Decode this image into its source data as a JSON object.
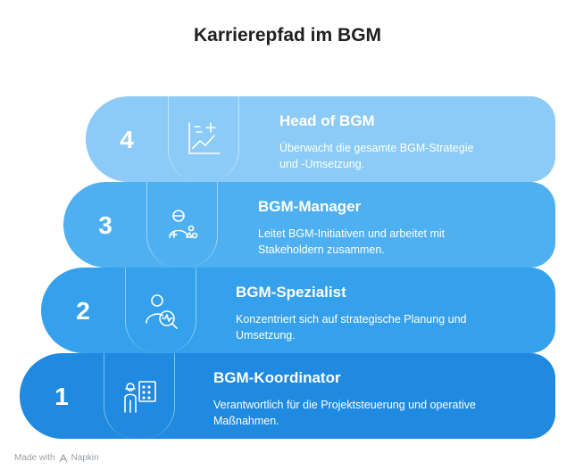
{
  "title": "Karrierepfad im BGM",
  "colors": {
    "step4": "#8ccbf7",
    "step3": "#4fb0f1",
    "step2": "#35a0ec",
    "step1": "#1f8ae0"
  },
  "steps": [
    {
      "number": "4",
      "title": "Head of BGM",
      "desc_line1": "Überwacht die gesamte BGM-Strategie",
      "desc_line2": "und -Umsetzung.",
      "icon": "strategy-chart-icon"
    },
    {
      "number": "3",
      "title": "BGM-Manager",
      "desc_line1": "Leitet BGM-Initiativen und arbeitet mit",
      "desc_line2": "Stakeholdern zusammen.",
      "icon": "manager-team-icon"
    },
    {
      "number": "2",
      "title": "BGM-Spezialist",
      "desc_line1": "Konzentriert sich auf strategische Planung und",
      "desc_line2": "Umsetzung.",
      "icon": "specialist-analysis-icon"
    },
    {
      "number": "1",
      "title": "BGM-Koordinator",
      "desc_line1": "Verantwortlich für die Projektsteuerung und operative",
      "desc_line2": "Maßnahmen.",
      "icon": "coordinator-presentation-icon"
    }
  ],
  "footer": {
    "made_with": "Made with",
    "brand": "Napkin"
  }
}
